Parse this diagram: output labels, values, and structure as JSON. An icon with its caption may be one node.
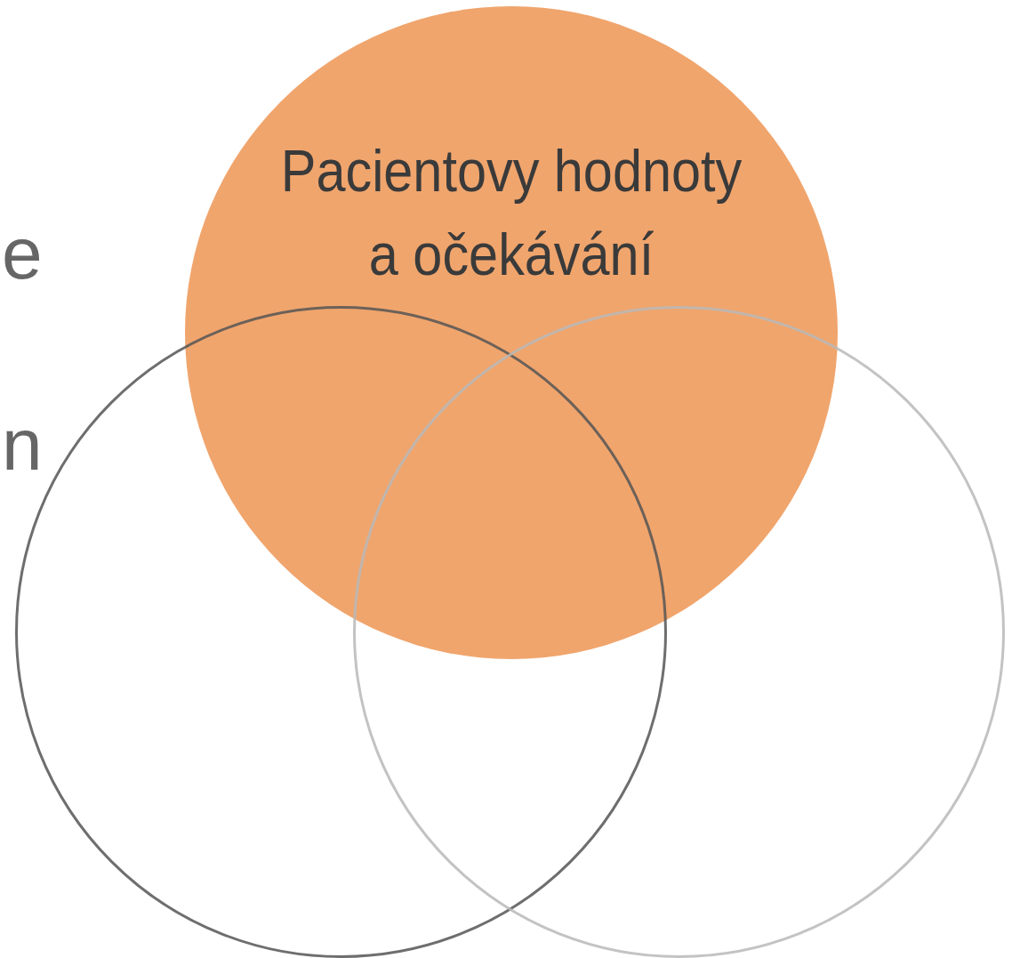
{
  "diagram": {
    "nodes": [
      {
        "text": [
          "Pacientovy hodnoty a očekávání"
        ]
      },
      {
        "text": [],
        "shape": "circle"
      },
      {
        "text": [],
        "shape": "circle"
      }
    ],
    "labels": [
      "e",
      "n"
    ]
  }
}
